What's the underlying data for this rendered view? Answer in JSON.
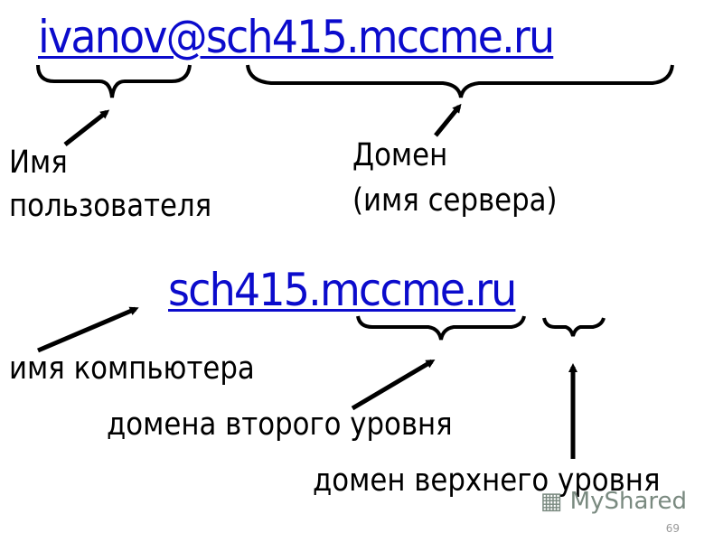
{
  "email": {
    "text": "ivanov@sch415.mccme.ru",
    "color": "#0b0bcc"
  },
  "labels": {
    "user_name": [
      "Имя",
      "пользователя"
    ],
    "domain": [
      "Домен",
      "(имя сервера)"
    ]
  },
  "hostname": {
    "text": "sch415.mccme.ru",
    "color": "#0b0bcc"
  },
  "lower_labels": {
    "computer_name": "имя компьютера",
    "second_level": "домена второго уровня",
    "top_level": "домен верхнего уровня"
  },
  "watermark": {
    "icon": "presentation-board-icon",
    "text": "MyShared",
    "page_number": "69"
  }
}
